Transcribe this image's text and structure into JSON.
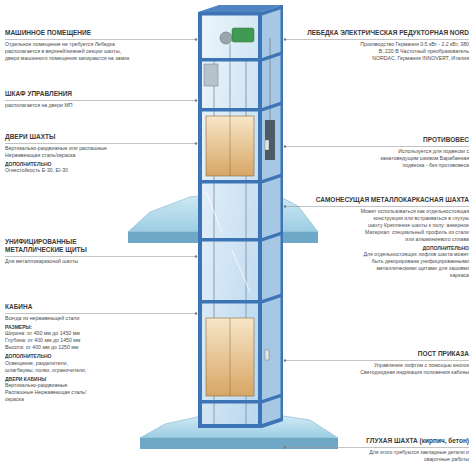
{
  "diagram": {
    "labels": [
      "МАШИННОЕ ПОМЕЩЕНИЕ",
      "Отдельное помещение не требуется Лебедка располагается в верхней/нижней секции шахты, двери машинного помещения запираются на замок",
      "ШКАФ УПРАВЛЕНИЯ",
      "располагается на двери МП",
      "ДВЕРИ ШАХТЫ",
      "Вертикально-раздвижные или распашные Нержавеющая сталь/окраска",
      "ДОПОЛНИТЕЛЬНО",
      "Огнестойкость E-30, EI-30",
      "УНИФИЦИРОВАННЫЕ МЕТАЛЛИЧЕСКИЕ ЩИТЫ",
      "Для металлокаркасной шахты",
      "КАБИНА",
      "Всегда из нержавеющей стали",
      "РАЗМЕРЫ:",
      "Ширина: от 400 мм до 1450 мм",
      "Глубина: от 400 мм до 1450 мм",
      "Высота: от 400 мм до 1250 мм",
      "ДОПОЛНИТЕЛЬНО",
      "Освещение, разделители, шлагбаумы, полки, ограничители,",
      "ДВЕРИ КАБИНЫ",
      "Вертикально-раздвижные Распашные Нержавеющая сталь/окраска",
      "ЛЕБЕДКА ЭЛЕКТРИЧЕСКАЯ РЕДУКТОРНАЯ NORD",
      "Производство Германия 0.5 кВт - 2.2 кВт, 380 В, 220 В Частотный преобразователь NORDAC, Германия INNOVERT, Италия",
      "ПРОТИВОВЕС",
      "Используется для подвески с канатоведущим шкивом Барабанная подвеска - без противовеса",
      "САМОНЕСУЩАЯ МЕТАЛЛОКАРКАСНАЯ ШАХТА",
      "Может использоваться как отдельностоящая конструкция или встраиваться в глухую шахту Крепление шахты к полу: анкерное",
      "Материал: специальный профиль из стали или алюминиевого сплава",
      "ДОПОЛНИТЕЛЬНО",
      "Для отдельностоящих лифтов шахта может быть декорирована унифицированными металлическими щитами для зашивки каркаса",
      "ПОСТ ПРИКАЗА",
      "Управление лифтом с помощью кнопок Светодиодная индикация положения кабины",
      "ГЛУХАЯ ШАХТА (кирпич, бетон)",
      "Для этого требуются закладные детали и сварочные работы"
    ]
  }
}
